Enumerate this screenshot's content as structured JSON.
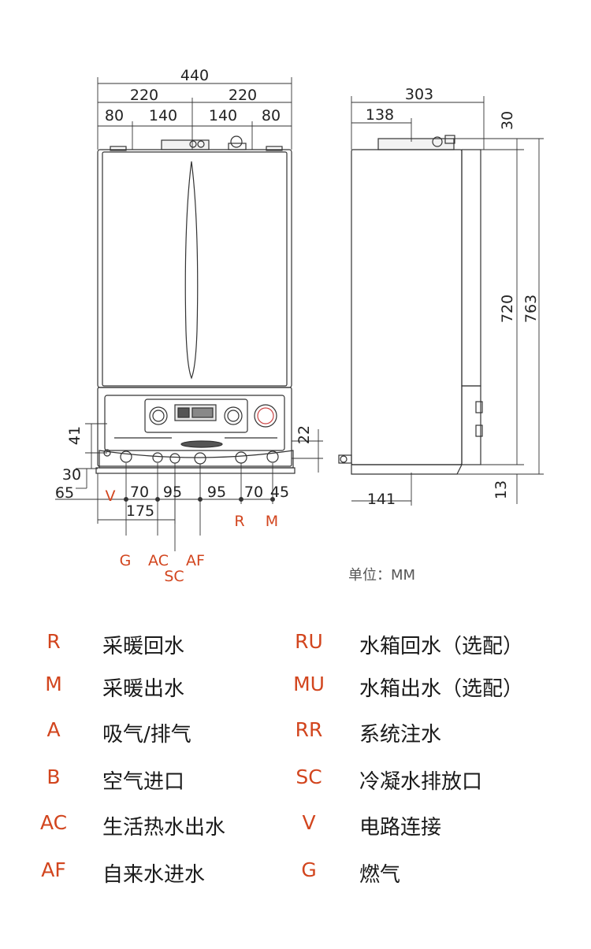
{
  "front_dims": {
    "total_width": "440",
    "half_left": "220",
    "half_right": "220",
    "seg_80_left": "80",
    "seg_140_left": "140",
    "seg_140_right": "140",
    "seg_80_right": "80",
    "h41": "41",
    "h30": "30",
    "h65": "65",
    "b70a": "70",
    "b95a": "95",
    "b95b": "95",
    "b70b": "70",
    "b45": "45",
    "b175": "175",
    "h22": "22"
  },
  "side_dims": {
    "depth": "303",
    "depth_138": "138",
    "h30": "30",
    "h720": "720",
    "h763": "763",
    "h13": "13",
    "d141": "141"
  },
  "connection_labels": {
    "V": "V",
    "R": "R",
    "M": "M",
    "G": "G",
    "AC": "AC",
    "AF": "AF",
    "SC": "SC"
  },
  "unit_label": "单位：MM",
  "legend": [
    {
      "code": "R",
      "desc": "采暖回水"
    },
    {
      "code": "RU",
      "desc": "水箱回水（选配）"
    },
    {
      "code": "M",
      "desc": "采暖出水"
    },
    {
      "code": "MU",
      "desc": "水箱出水（选配）"
    },
    {
      "code": "A",
      "desc": "吸气/排气"
    },
    {
      "code": "RR",
      "desc": "系统注水"
    },
    {
      "code": "B",
      "desc": "空气进口"
    },
    {
      "code": "SC",
      "desc": "冷凝水排放口"
    },
    {
      "code": "AC",
      "desc": "生活热水出水"
    },
    {
      "code": "V",
      "desc": "电路连接"
    },
    {
      "code": "AF",
      "desc": "自来水进水"
    },
    {
      "code": "G",
      "desc": "燃气"
    }
  ],
  "colors": {
    "accent_red": "#d2451e",
    "line": "#333333"
  }
}
